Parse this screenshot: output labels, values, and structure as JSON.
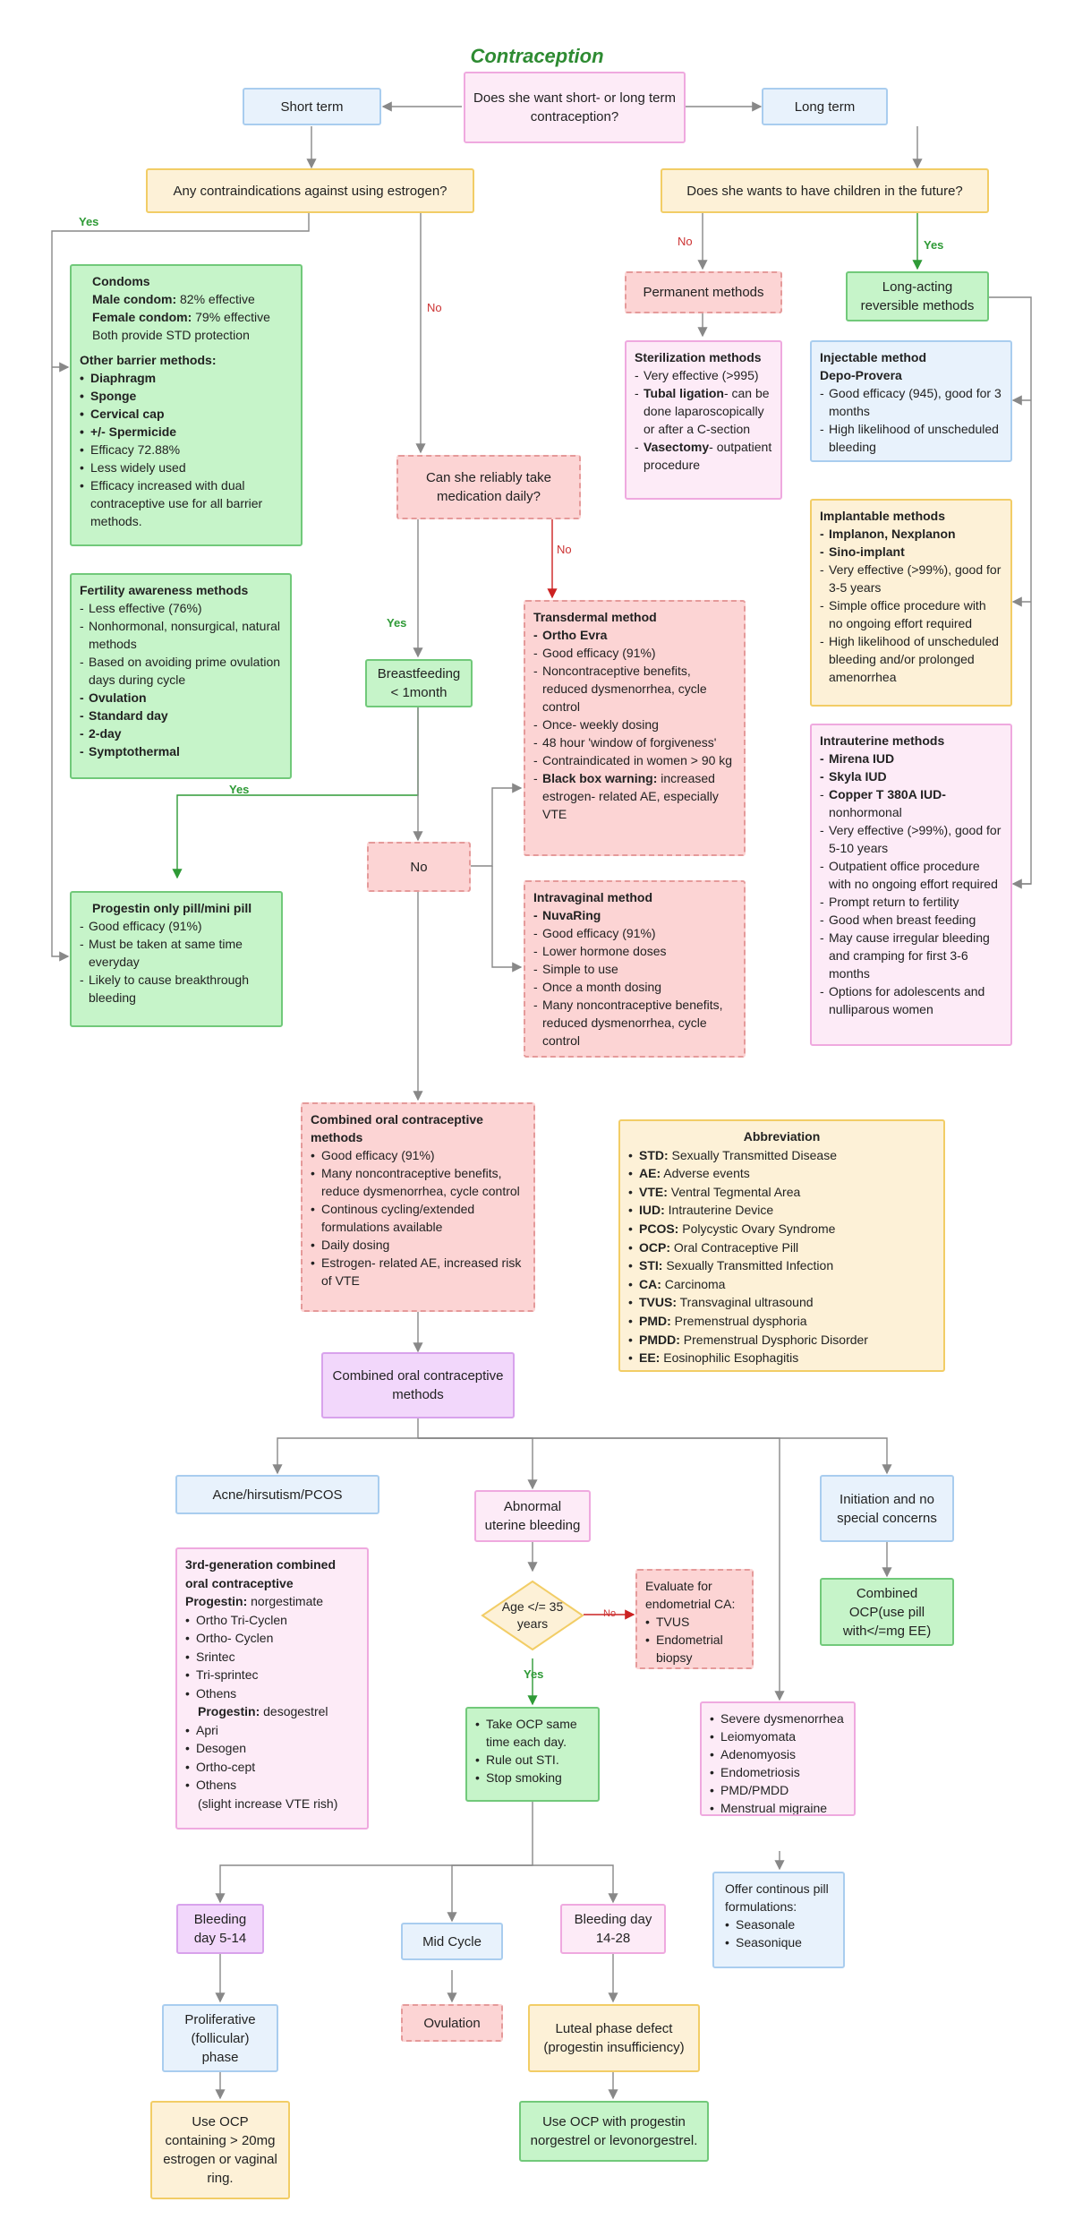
{
  "title": "Contraception",
  "q_term": "Does she want short- or long term contraception?",
  "short_term": "Short term",
  "long_term": "Long term",
  "q_estrogen": "Any contraindications against using estrogen?",
  "q_children": "Does she wants to have children in the future?",
  "lbl_yes_est": "Yes",
  "lbl_no_est": "No",
  "lbl_no_child": "No",
  "lbl_yes_child": "Yes",
  "barrier": {
    "head": "Condoms",
    "male_b": "Male condom:",
    "male_t": " 82% effective",
    "female_b": "Female condom:",
    "female_t": " 79% effective",
    "both": "Both provide STD protection",
    "other": "Other barrier methods:",
    "bold_items": [
      "Diaphragm",
      "Sponge",
      "Cervical cap",
      " +/- Spermicide"
    ],
    "items": [
      "Efficacy 72.88%",
      "Less widely used",
      "Efficacy increased with dual contraceptive use for all barrier methods."
    ]
  },
  "fertility": {
    "head": "Fertility awareness methods",
    "items": [
      "Less effective (76%)",
      "Nonhormonal, nonsurgical, natural methods",
      "Based on avoiding prime ovulation days during cycle"
    ],
    "bold_items": [
      "Ovulation",
      "Standard day",
      "2-day",
      "Symptothermal"
    ]
  },
  "progestin_only": {
    "head": "Progestin only pill/mini pill",
    "items": [
      "Good efficacy (91%)",
      "Must be taken at same time everyday",
      "Likely to cause breakthrough bleeding"
    ]
  },
  "q_daily": "Can she reliably take medication daily?",
  "lbl_yes_daily": "Yes",
  "lbl_no_daily": "No",
  "breastfeeding": "Breastfeeding < 1month",
  "lbl_yes_bf": "Yes",
  "no_box": "No",
  "transdermal": {
    "head": "Transdermal method",
    "name": "Ortho Evra",
    "items": [
      "Good efficacy (91%)",
      "Noncontraceptive benefits, reduced dysmenorrhea, cycle control",
      "Once- weekly dosing",
      "48 hour 'window of forgiveness'",
      "Contraindicated in women > 90 kg"
    ],
    "bbw_b": "Black box warning:",
    "bbw_t": " increased estrogen- related AE, especially VTE"
  },
  "intravaginal": {
    "head": "Intravaginal method",
    "name": "NuvaRing",
    "items": [
      "Good efficacy (91%)",
      "Lower hormone doses",
      "Simple to use",
      "Once a month dosing",
      "Many noncontraceptive benefits, reduced dysmenorrhea, cycle control"
    ]
  },
  "permanent": "Permanent methods",
  "sterilization": {
    "head": "Sterilization methods",
    "item1": "Very effective (>995)",
    "tubal_b": "Tubal ligation",
    "tubal_t": "- can be done laparoscopically or after a C-section",
    "vas_b": "Vasectomy",
    "vas_t": "- outpatient procedure"
  },
  "larc": "Long-acting reversible methods",
  "injectable": {
    "head": "Injectable method",
    "name": "Depo-Provera",
    "items": [
      "Good efficacy (945), good for 3 months",
      "High likelihood of unscheduled bleeding"
    ]
  },
  "implantable": {
    "head": "Implantable methods",
    "bold_items": [
      "Implanon, Nexplanon",
      "Sino-implant"
    ],
    "items": [
      "Very effective (>99%), good for 3-5 years",
      "Simple office procedure with no ongoing effort required",
      "High likelihood of unscheduled bleeding and/or prolonged amenorrhea"
    ]
  },
  "intrauterine": {
    "head": "Intrauterine methods",
    "bold_items": [
      "Mirena IUD",
      "Skyla IUD",
      "Copper T 380A IUD-"
    ],
    "copper_t": "nonhormonal",
    "items": [
      "Very effective (>99%), good for 5-10 years",
      "Outpatient office procedure with no ongoing effort required",
      "Prompt return to fertility",
      "Good when breast feeding",
      "May cause irregular bleeding and cramping for first 3-6 months",
      "Options for adolescents and nulliparous women"
    ]
  },
  "coc_detail": {
    "head": "Combined oral contraceptive methods",
    "items": [
      "Good efficacy (91%)",
      "Many noncontraceptive benefits, reduce dysmenorrhea, cycle control",
      "Continous cycling/extended formulations available",
      "Daily dosing",
      "Estrogen- related AE, increased risk of VTE"
    ]
  },
  "abbrev": {
    "head": "Abbreviation",
    "rows": [
      {
        "k": "STD:",
        "v": " Sexually Transmitted Disease"
      },
      {
        "k": "AE:",
        "v": " Adverse events"
      },
      {
        "k": "VTE:",
        "v": " Ventral Tegmental Area"
      },
      {
        "k": "IUD:",
        "v": " Intrauterine Device"
      },
      {
        "k": "PCOS:",
        "v": " Polycystic Ovary Syndrome"
      },
      {
        "k": "OCP:",
        "v": " Oral Contraceptive Pill"
      },
      {
        "k": "STI:",
        "v": " Sexually Transmitted Infection"
      },
      {
        "k": "CA:",
        "v": " Carcinoma"
      },
      {
        "k": "TVUS:",
        "v": " Transvaginal ultrasound"
      },
      {
        "k": "PMD:",
        "v": " Premenstrual dysphoria"
      },
      {
        "k": "PMDD:",
        "v": " Premenstrual Dysphoric Disorder"
      },
      {
        "k": "EE:",
        "v": " Eosinophilic Esophagitis"
      }
    ]
  },
  "coc_methods": "Combined oral contraceptive methods",
  "acne": "Acne/hirsutism/PCOS",
  "abnormal": "Abnormal uterine bleeding",
  "initiation": "Initiation and no special concerns",
  "combined_ocp": "Combined OCP(use pill with</=mg EE)",
  "third_gen": {
    "head": "3rd-generation combined oral contraceptive",
    "prog1_b": "Progestin:",
    "prog1_t": " norgestimate",
    "list1": [
      "Ortho Tri-Cyclen",
      "Ortho- Cyclen",
      "Srintec",
      "Tri-sprintec",
      "Othens"
    ],
    "prog2_b": "Progestin:",
    "prog2_t": " desogestrel",
    "list2": [
      "Apri",
      "Desogen",
      "Ortho-cept",
      "Othens"
    ],
    "note": "(slight increase VTE rish)"
  },
  "age": "Age </= 35 years",
  "lbl_no_age": "No",
  "lbl_yes_age": "Yes",
  "endometrial": {
    "head": "Evaluate for endometrial CA:",
    "items": [
      "TVUS",
      "Endometrial biopsy"
    ]
  },
  "take_ocp": [
    "Take OCP same time each day.",
    "Rule out STI.",
    "Stop smoking"
  ],
  "conditions": [
    "Severe dysmenorrhea",
    "Leiomyomata",
    "Adenomyosis",
    "Endometriosis",
    "PMD/PMDD",
    "Menstrual migraine"
  ],
  "continuous": {
    "head": "Offer continous pill formulations:",
    "items": [
      "Seasonale",
      "Seasonique"
    ]
  },
  "bleed_5_14": "Bleeding day 5-14",
  "mid_cycle": "Mid Cycle",
  "bleed_14_28": "Bleeding day 14-28",
  "proliferative": "Proliferative (follicular) phase",
  "ovulation": "Ovulation",
  "luteal": "Luteal phase defect (progestin insufficiency)",
  "ocp_estrogen": "Use OCP containing > 20mg estrogen or vaginal ring.",
  "ocp_progestin": "Use OCP with progestin norgestrel or levonorgestrel.",
  "colors": {
    "line": "#888888",
    "yes": "#2e9a36",
    "no": "#cc2222",
    "title": "#2e8b32"
  }
}
